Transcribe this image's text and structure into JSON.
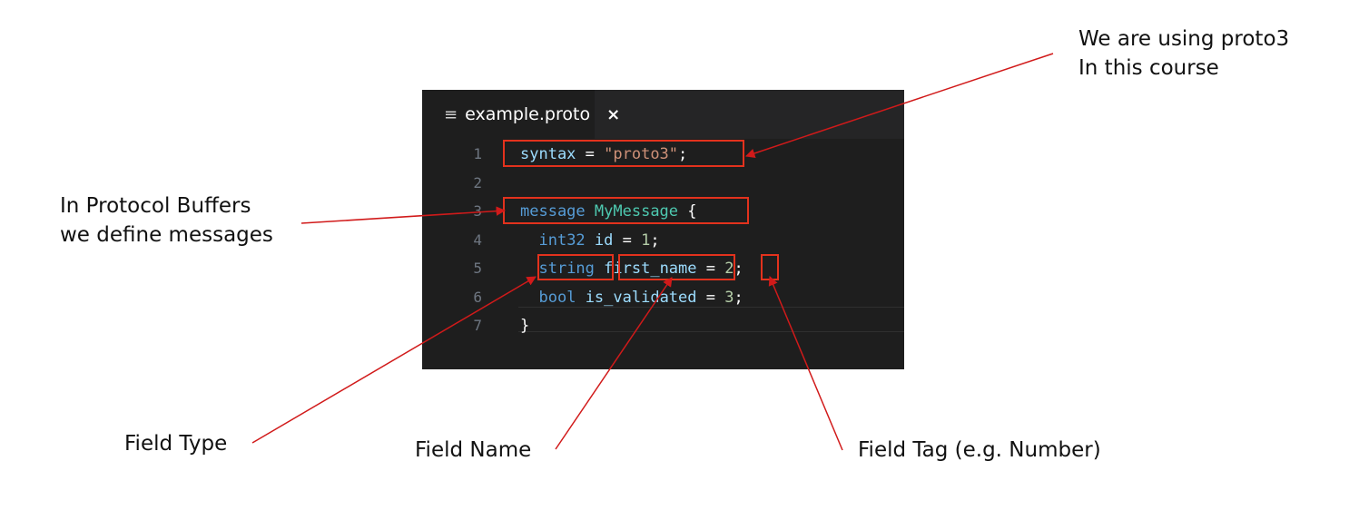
{
  "editor": {
    "tab": {
      "icon": "menu-lines-icon",
      "filename": "example.proto",
      "close_glyph": "×"
    },
    "lines": [
      {
        "number": "1",
        "tokens": [
          {
            "text": "syntax",
            "cls": "var"
          },
          {
            "text": " = ",
            "cls": "white"
          },
          {
            "text": "\"proto3\"",
            "cls": "str"
          },
          {
            "text": ";",
            "cls": "white"
          }
        ]
      },
      {
        "number": "2",
        "tokens": []
      },
      {
        "number": "3",
        "tokens": [
          {
            "text": "message",
            "cls": "kw"
          },
          {
            "text": " ",
            "cls": "white"
          },
          {
            "text": "MyMessage",
            "cls": "type"
          },
          {
            "text": " {",
            "cls": "white"
          }
        ]
      },
      {
        "number": "4",
        "tokens": [
          {
            "text": "  ",
            "cls": "white"
          },
          {
            "text": "int32",
            "cls": "kw"
          },
          {
            "text": " ",
            "cls": "white"
          },
          {
            "text": "id",
            "cls": "var"
          },
          {
            "text": " = ",
            "cls": "white"
          },
          {
            "text": "1",
            "cls": "num"
          },
          {
            "text": ";",
            "cls": "white"
          }
        ]
      },
      {
        "number": "5",
        "tokens": [
          {
            "text": "  ",
            "cls": "white"
          },
          {
            "text": "string",
            "cls": "kw"
          },
          {
            "text": " ",
            "cls": "white"
          },
          {
            "text": "first_name",
            "cls": "var"
          },
          {
            "text": " = ",
            "cls": "white"
          },
          {
            "text": "2",
            "cls": "num"
          },
          {
            "text": ";",
            "cls": "white"
          }
        ]
      },
      {
        "number": "6",
        "tokens": [
          {
            "text": "  ",
            "cls": "white"
          },
          {
            "text": "bool",
            "cls": "kw"
          },
          {
            "text": " ",
            "cls": "white"
          },
          {
            "text": "is_validated",
            "cls": "var"
          },
          {
            "text": " = ",
            "cls": "white"
          },
          {
            "text": "3",
            "cls": "num"
          },
          {
            "text": ";",
            "cls": "white"
          }
        ]
      },
      {
        "number": "7",
        "tokens": [
          {
            "text": "}",
            "cls": "white"
          }
        ]
      }
    ]
  },
  "annotations": {
    "proto3": {
      "line1": "We are using proto3",
      "line2": "In this course"
    },
    "messages": {
      "line1": "In Protocol Buffers",
      "line2": "we define messages"
    },
    "field_type": "Field Type",
    "field_name": "Field Name",
    "field_tag": "Field Tag (e.g. Number)"
  },
  "colors": {
    "highlight": "#e3321d",
    "editor_bg": "#1e1e1e",
    "keyword": "#569cd6",
    "type_name": "#4ec9b0",
    "string": "#ce9178",
    "number": "#b5cea8",
    "variable": "#9cdcfe"
  }
}
